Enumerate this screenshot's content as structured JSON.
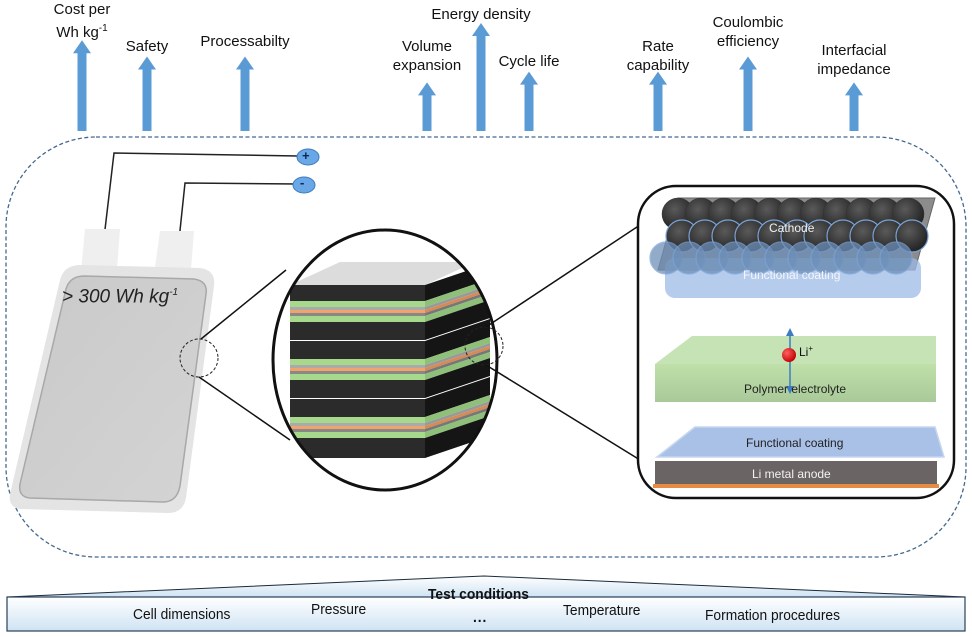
{
  "properties": [
    {
      "label_line1": "Cost per",
      "label_line2": "Wh kg",
      "label_sup": "-1",
      "relative_height": 0.84
    },
    {
      "label_line1": "Safety",
      "label_line2": "",
      "label_sup": "",
      "relative_height": 0.69
    },
    {
      "label_line1": "Processabilty",
      "label_line2": "",
      "label_sup": "",
      "relative_height": 0.69
    },
    {
      "label_line1": "Volume",
      "label_line2": "expansion",
      "label_sup": "",
      "relative_height": 0.45
    },
    {
      "label_line1": "Energy density",
      "label_line2": "",
      "label_sup": "",
      "relative_height": 1.0
    },
    {
      "label_line1": "Cycle life",
      "label_line2": "",
      "label_sup": "",
      "relative_height": 0.55
    },
    {
      "label_line1": "Rate",
      "label_line2": "capability",
      "label_sup": "",
      "relative_height": 0.55
    },
    {
      "label_line1": "Coulombic",
      "label_line2": "efficiency",
      "label_sup": "",
      "relative_height": 0.69
    },
    {
      "label_line1": "Interfacial",
      "label_line2": "impedance",
      "label_sup": "",
      "relative_height": 0.45
    }
  ],
  "cell": {
    "energy_label": "> 300 Wh kg",
    "energy_sup": "-1",
    "terminal_positive": "+",
    "terminal_negative": "-"
  },
  "layers": {
    "cathode": "Cathode",
    "cathode_coating": "Functional coating",
    "ion_label": "Li",
    "ion_sup": "+",
    "electrolyte": "Polymer electrolyte",
    "anode_coating": "Functional coating",
    "anode": "Li metal anode"
  },
  "test_conditions": {
    "title": "Test conditions",
    "items": [
      "Cell dimensions",
      "Pressure",
      "Temperature",
      "Formation procedures"
    ],
    "ellipsis": "..."
  },
  "colors": {
    "arrow": "#5b9bd5",
    "dashed_border": "#44698f",
    "electrode_black": "#2b2b2b",
    "electrolyte_green": "#a6d98c",
    "copper": "#f0a36a",
    "coating_blue": "#9bbbe8",
    "li_ion": "#e0141b"
  }
}
